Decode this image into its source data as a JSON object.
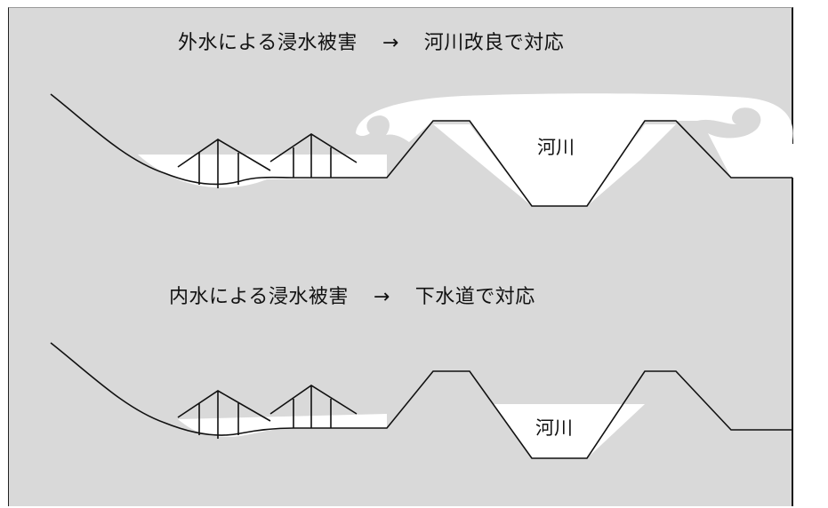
{
  "top_section": {
    "cause": "外水による浸水被害",
    "arrow": "→",
    "response": "河川改良で対応",
    "river_label": "河川"
  },
  "bottom_section": {
    "cause": "内水による浸水被害",
    "arrow": "→",
    "response": "下水道で対応",
    "river_label": "河川"
  },
  "colors": {
    "background": "#d9d9d9",
    "water": "#ffffff",
    "line": "#111111"
  }
}
